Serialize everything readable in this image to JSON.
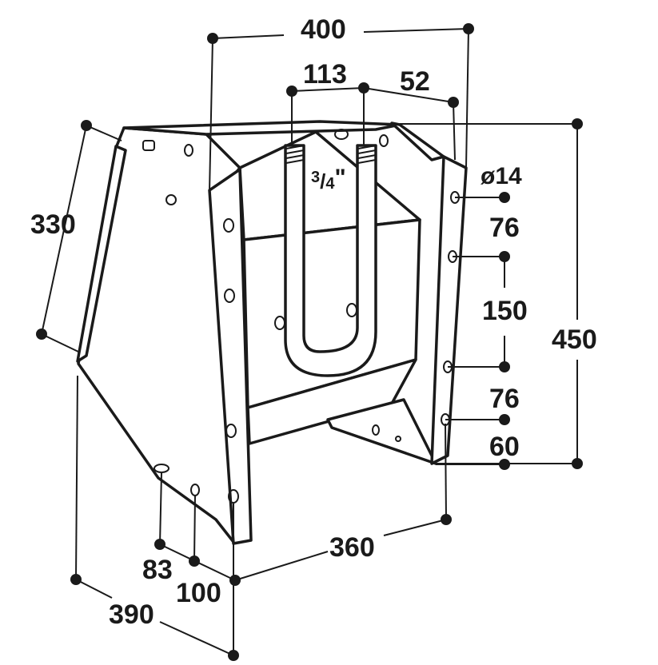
{
  "dimensions": {
    "width_top": "400",
    "ubolt_spacing": "113",
    "edge_offset": "52",
    "height_back": "330",
    "hole_diameter": "ø14",
    "hole_pitch_1": "76",
    "hole_pitch_2": "150",
    "hole_pitch_3": "76",
    "hole_bottom": "60",
    "height_total": "450",
    "side_hole_1": "83",
    "side_hole_2": "100",
    "depth_bottom": "360",
    "depth_side": "390"
  },
  "ubolt": {
    "thread_label": "3/4\"",
    "numerator": "3",
    "denominator": "4",
    "inch_mark": "\""
  },
  "colors": {
    "line": "#1a1a1a",
    "fill": "#ffffff"
  }
}
